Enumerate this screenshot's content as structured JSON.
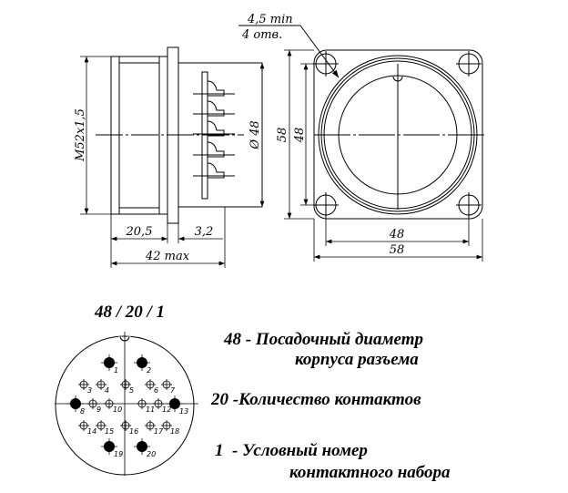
{
  "dimensions": {
    "hole": "4,5 min",
    "hole_count": "4 отв.",
    "thread": "M52x1,5",
    "body_diameter": "Ø 48",
    "height_outer": "58",
    "height_holes": "48",
    "length_front": "20,5",
    "flange": "3,2",
    "length_total": "42 max",
    "width_holes": "48",
    "width_outer": "58"
  },
  "code": "48 / 20 / 1",
  "legend": [
    {
      "key": "48",
      "sep": "-",
      "line1": "Посадочный диаметр",
      "line2": "корпуса разъема"
    },
    {
      "key": "20",
      "sep": "-",
      "line1": "Количество контактов"
    },
    {
      "key": "1",
      "sep": "-",
      "line1": "Условный номер",
      "line2": "контактного набора"
    }
  ],
  "pins": [
    {
      "n": "1",
      "filled": true
    },
    {
      "n": "2",
      "filled": true
    },
    {
      "n": "3",
      "filled": false
    },
    {
      "n": "4",
      "filled": false
    },
    {
      "n": "5",
      "filled": false
    },
    {
      "n": "6",
      "filled": false
    },
    {
      "n": "7",
      "filled": false
    },
    {
      "n": "8",
      "filled": true
    },
    {
      "n": "9",
      "filled": false
    },
    {
      "n": "10",
      "filled": false
    },
    {
      "n": "11",
      "filled": false
    },
    {
      "n": "12",
      "filled": false
    },
    {
      "n": "13",
      "filled": true
    },
    {
      "n": "14",
      "filled": false
    },
    {
      "n": "15",
      "filled": false
    },
    {
      "n": "16",
      "filled": false
    },
    {
      "n": "17",
      "filled": false
    },
    {
      "n": "18",
      "filled": false
    },
    {
      "n": "19",
      "filled": true
    },
    {
      "n": "20",
      "filled": true
    }
  ]
}
